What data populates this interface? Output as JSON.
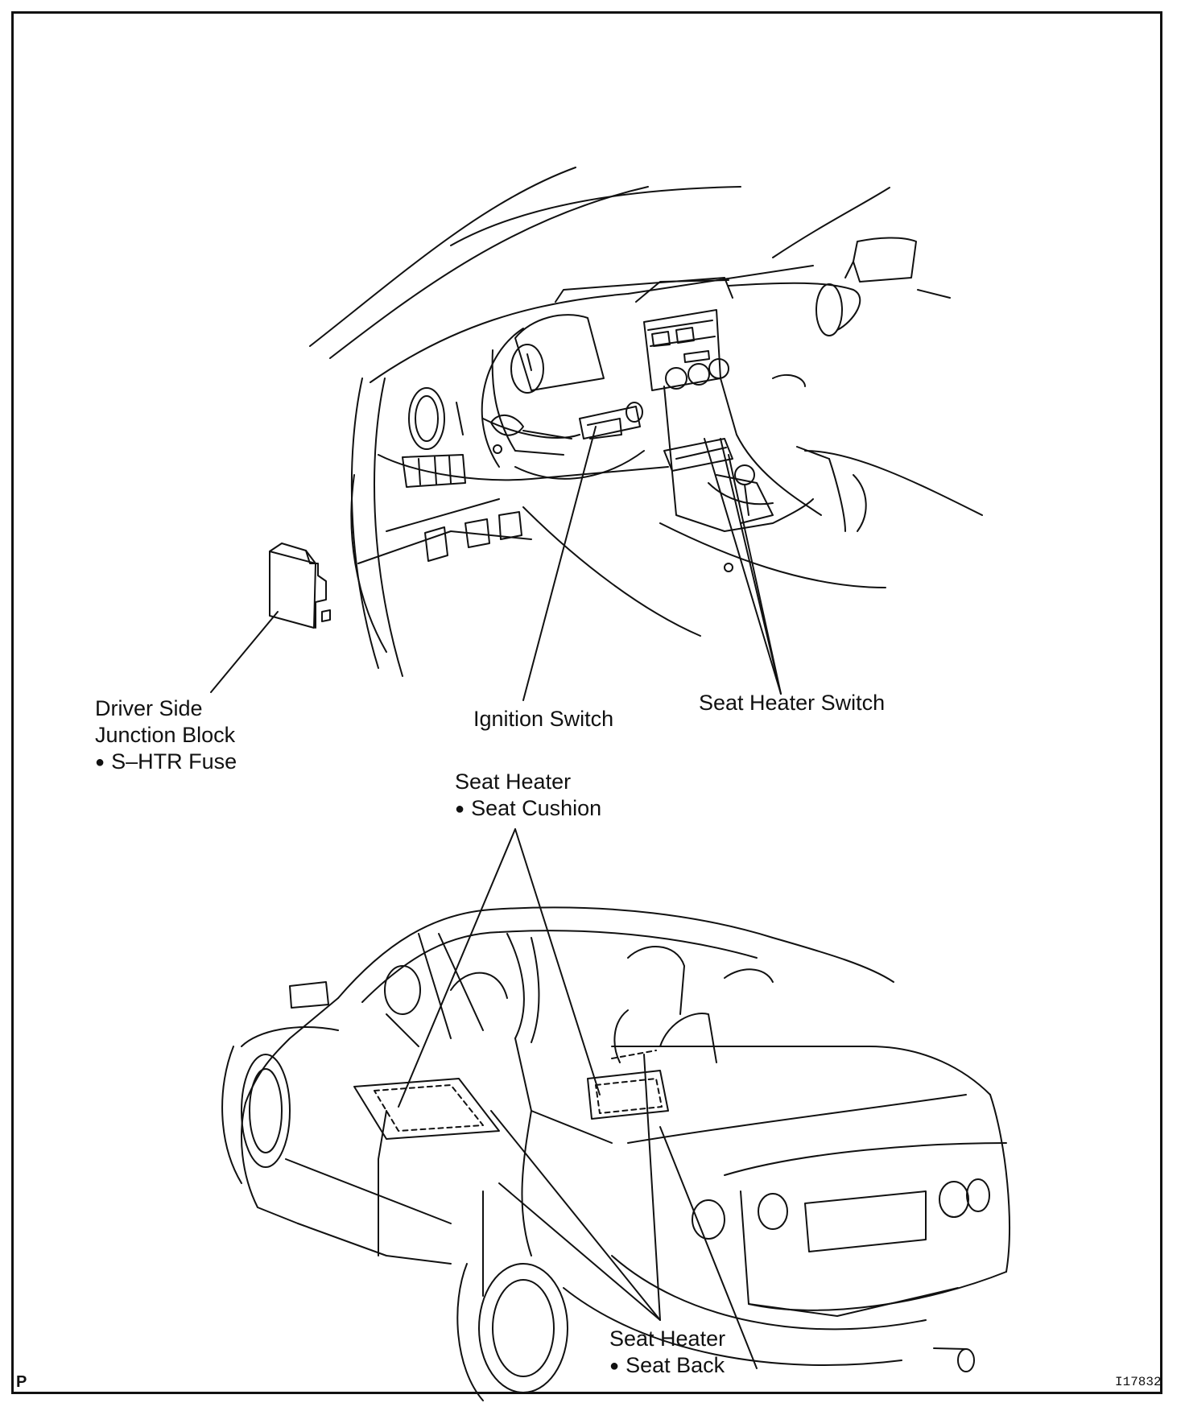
{
  "labels": {
    "junction_block": {
      "line1": "Driver Side",
      "line2": "Junction Block",
      "line3": "S–HTR Fuse"
    },
    "ignition_switch": "Ignition Switch",
    "seat_heater_switch": "Seat Heater Switch",
    "seat_heater_cushion": {
      "line1": "Seat Heater",
      "line2": "Seat Cushion"
    },
    "seat_heater_back": {
      "line1": "Seat Heater",
      "line2": "Seat Back"
    }
  },
  "corner_mark": "P",
  "figure_id": "I17832"
}
